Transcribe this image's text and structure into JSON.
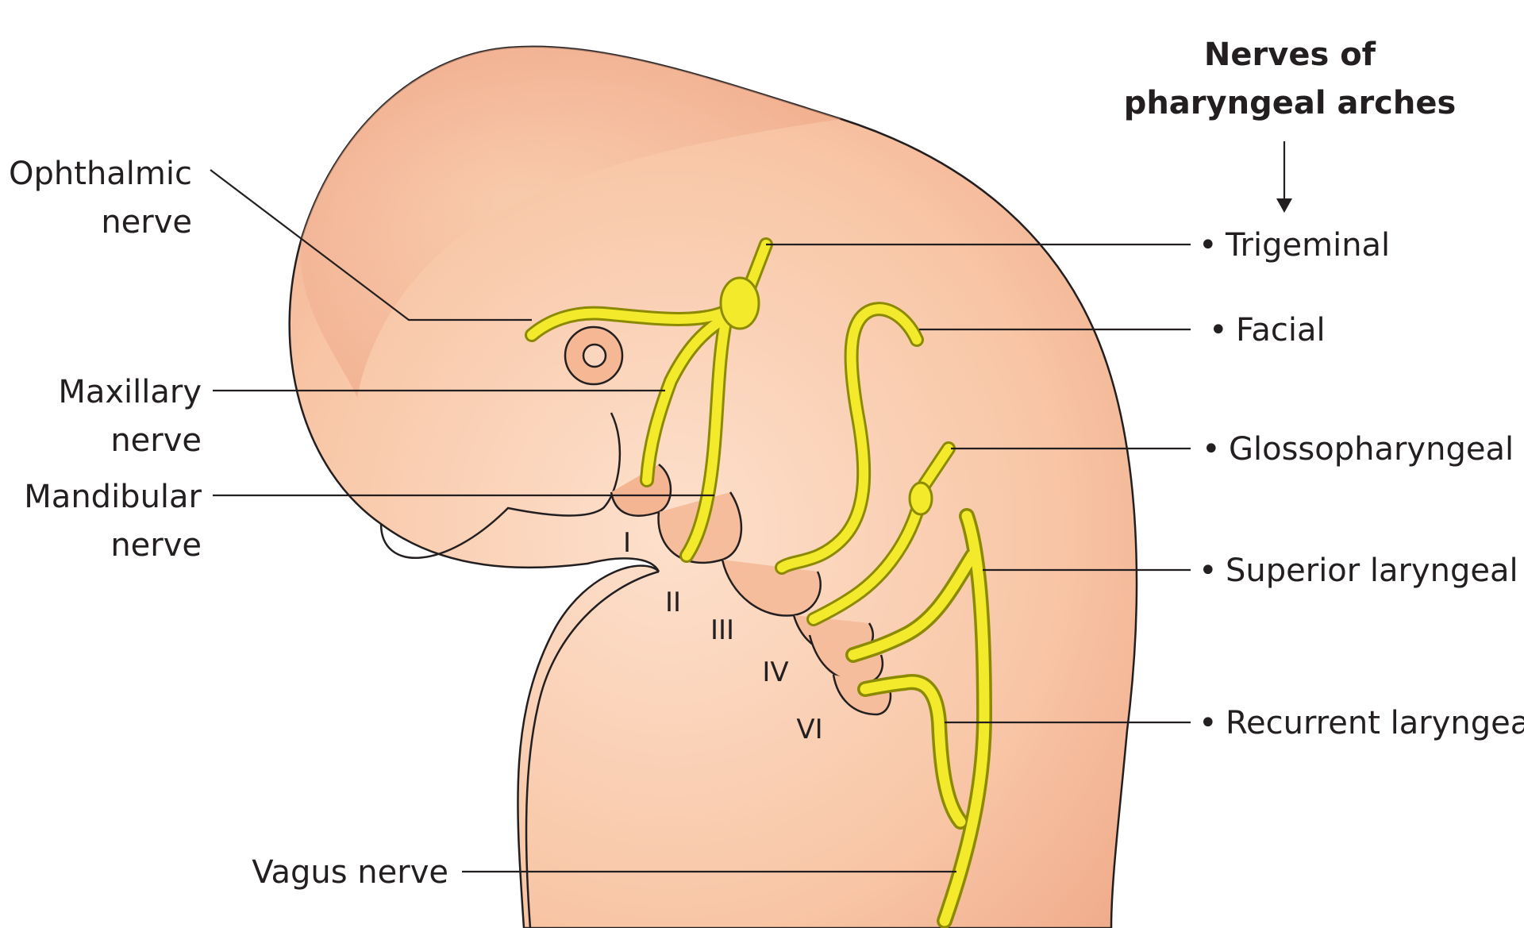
{
  "title": {
    "line1": "Nerves of",
    "line2": "pharyngeal arches"
  },
  "left_labels": {
    "ophthalmic": {
      "line1": "Ophthalmic",
      "line2": "nerve"
    },
    "maxillary": {
      "line1": "Maxillary",
      "line2": "nerve"
    },
    "mandibular": {
      "line1": "Mandibular",
      "line2": "nerve"
    },
    "vagus": "Vagus nerve"
  },
  "right_labels": {
    "trigeminal": "Trigeminal",
    "facial": "Facial",
    "glossopharyngeal": "Glossopharyngeal",
    "superior_laryngeal": "Superior laryngeal",
    "recurrent_laryngeal": "Recurrent laryngeal"
  },
  "bullet": "•",
  "arch_numerals": [
    "I",
    "II",
    "III",
    "IV",
    "VI"
  ],
  "colors": {
    "embryo_fill": "#f7c2a2",
    "embryo_shadow": "#e9a17e",
    "embryo_outline": "#231f20",
    "nerve_fill": "#f2ea2a",
    "nerve_outline": "#8c8a00",
    "text": "#231f20"
  }
}
